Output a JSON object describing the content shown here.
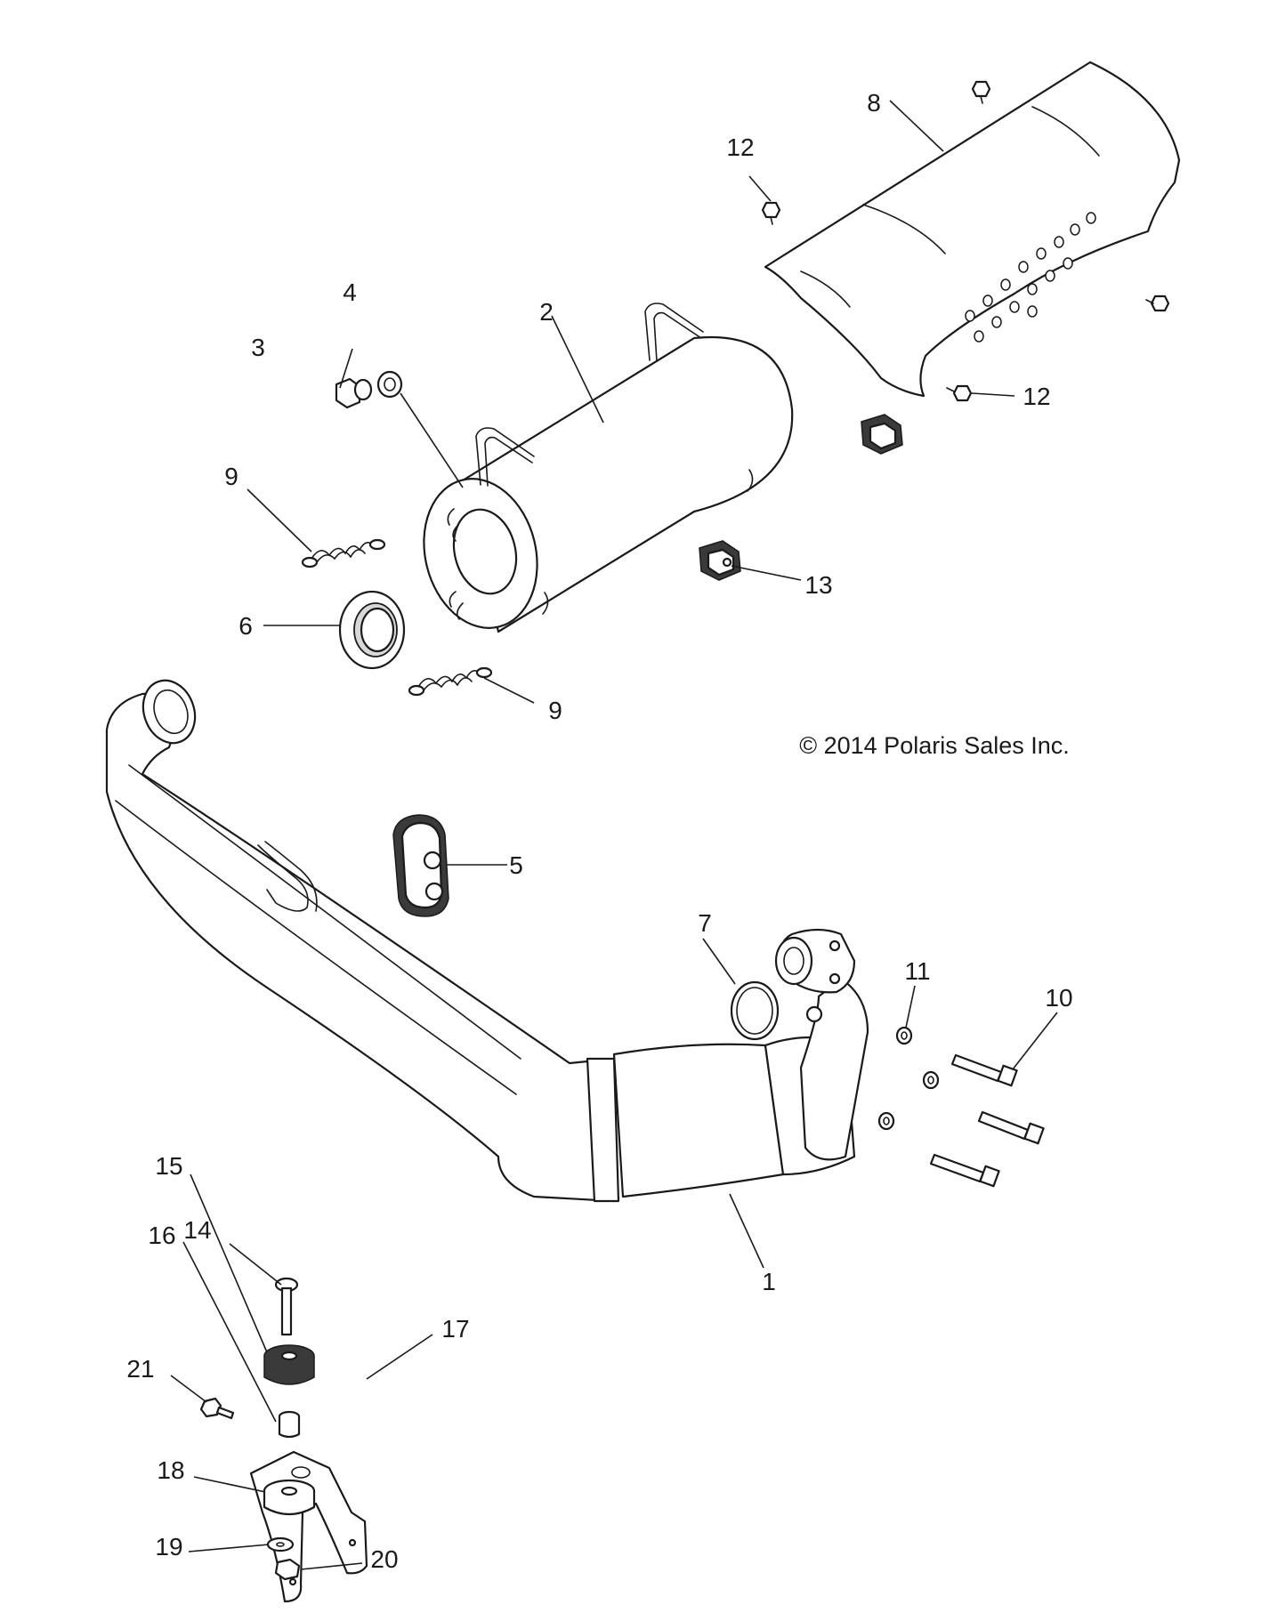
{
  "copyright": "© 2014 Polaris Sales Inc.",
  "callouts": {
    "c1": "1",
    "c2": "2",
    "c3": "3",
    "c4": "4",
    "c5": "5",
    "c6": "6",
    "c7": "7",
    "c8": "8",
    "c9a": "9",
    "c9b": "9",
    "c10": "10",
    "c11": "11",
    "c12a": "12",
    "c12b": "12",
    "c13": "13",
    "c14": "14",
    "c15": "15",
    "c16": "16",
    "c17": "17",
    "c18": "18",
    "c19": "19",
    "c20": "20",
    "c21": "21"
  }
}
